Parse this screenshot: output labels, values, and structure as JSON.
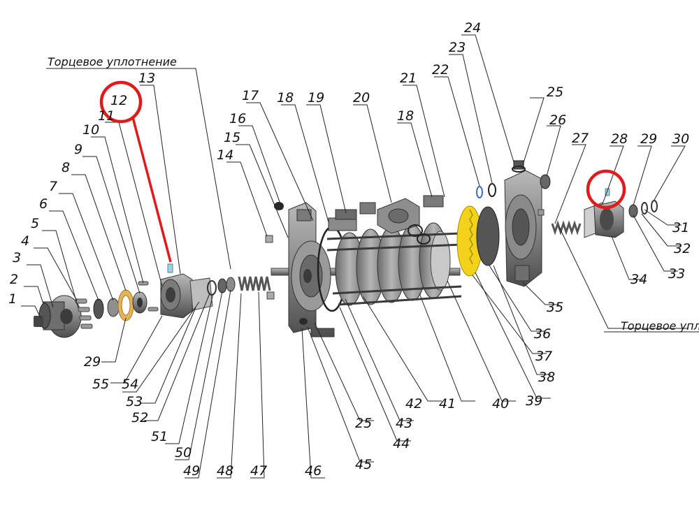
{
  "titles": {
    "left_seal": "Торцевое уплотнение",
    "right_seal": "Торцевое упл"
  },
  "labels": {
    "l1": "1",
    "l2": "2",
    "l3": "3",
    "l4": "4",
    "l5": "5",
    "l6": "6",
    "l7": "7",
    "l8": "8",
    "l9": "9",
    "l10": "10",
    "l11": "11",
    "l12": "12",
    "l13": "13",
    "l14": "14",
    "l15": "15",
    "l16": "16",
    "l17": "17",
    "l18a": "18",
    "l18b": "18",
    "l19": "19",
    "l20": "20",
    "l21": "21",
    "l22": "22",
    "l23": "23",
    "l24": "24",
    "l25a": "25",
    "l25b": "25",
    "l26": "26",
    "l27": "27",
    "l28": "28",
    "l29a": "29",
    "l29b": "29",
    "l30": "30",
    "l31": "31",
    "l32": "32",
    "l33": "33",
    "l34": "34",
    "l35": "35",
    "l36": "36",
    "l37": "37",
    "l38": "38",
    "l39": "39",
    "l40": "40",
    "l41": "41",
    "l42": "42",
    "l43": "43",
    "l44": "44",
    "l45": "45",
    "l46": "46",
    "l47": "47",
    "l48": "48",
    "l49": "49",
    "l50": "50",
    "l51": "51",
    "l52": "52",
    "l53": "53",
    "l54": "54",
    "l55": "55"
  },
  "colors": {
    "highlight": "#e01b1b",
    "part_dark": "#4a4a4a",
    "part_mid": "#8a8a8a",
    "part_light": "#c4c4c4",
    "gasket": "#e3b45a",
    "impeller": "#f2d21a",
    "fitting": "#9fd0dc"
  }
}
